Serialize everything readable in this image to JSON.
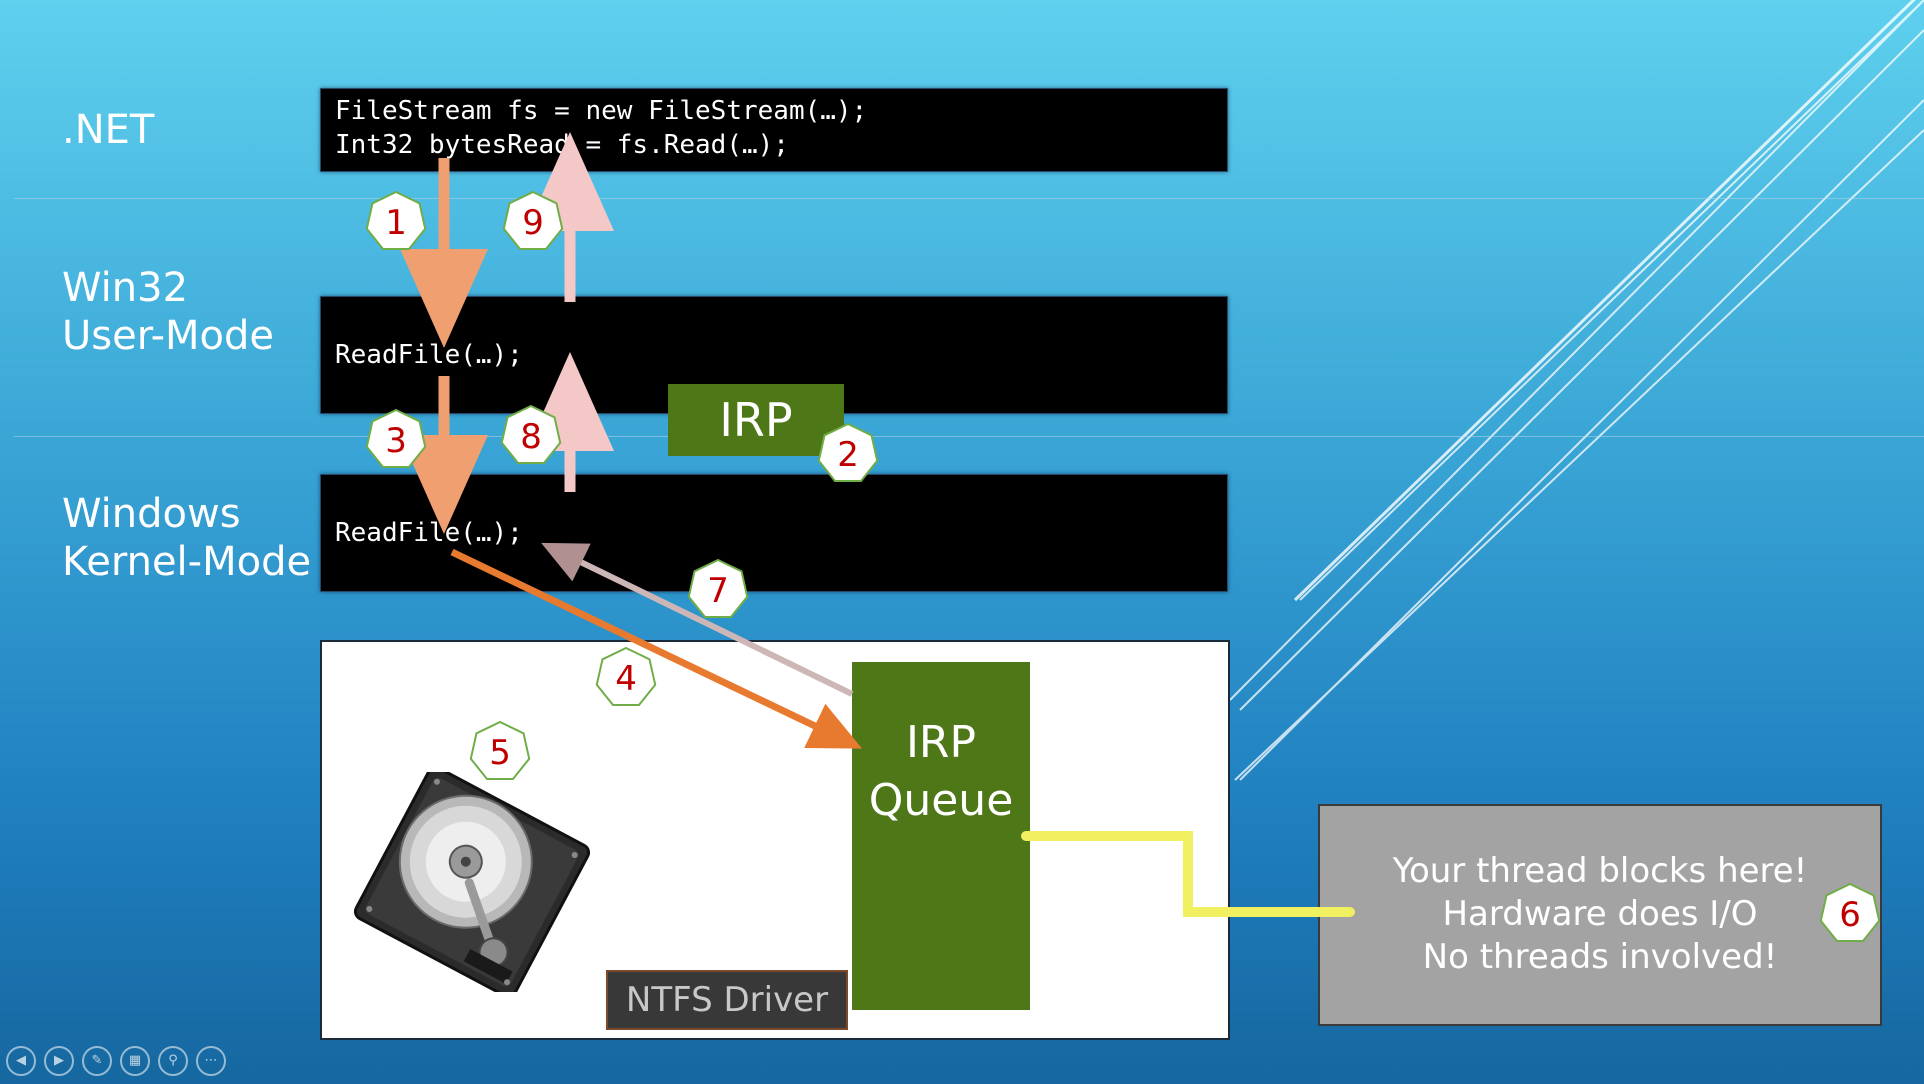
{
  "layers": {
    "dotnet": ".NET",
    "win32_line1": "Win32",
    "win32_line2": "User-Mode",
    "kernel_line1": "Windows",
    "kernel_line2": "Kernel-Mode"
  },
  "code": {
    "dotnet_line1": "FileStream fs = new FileStream(…);",
    "dotnet_line2": "Int32 bytesRead = fs.Read(…);",
    "win32_call": "ReadFile(…);",
    "kernel_call": "ReadFile(…);"
  },
  "irp_label": "IRP",
  "irp_queue_line1": "IRP",
  "irp_queue_line2": "Queue",
  "ntfs_driver": "NTFS Driver",
  "thread_note": {
    "line1": "Your thread blocks here!",
    "line2": "Hardware does I/O",
    "line3": "No threads involved!"
  },
  "steps": [
    "1",
    "2",
    "3",
    "4",
    "5",
    "6",
    "7",
    "8",
    "9"
  ],
  "slideshow_controls": [
    "previous-icon",
    "next-icon",
    "pen-icon",
    "slides-grid-icon",
    "zoom-icon",
    "more-icon"
  ],
  "colors": {
    "irp_green": "#4e7717",
    "down_arrow": "#f0a070",
    "up_arrow": "#f5c8c8",
    "request_arrow": "#e87a30",
    "completion_arrow": "#f8e0e0",
    "blocking_line": "#f0f060",
    "badge_fill": "#ffffff",
    "badge_stroke": "#70ad47",
    "badge_number": "#c00000"
  }
}
